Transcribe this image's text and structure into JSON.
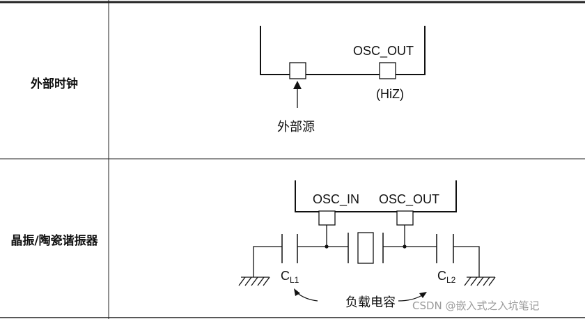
{
  "rows": [
    {
      "label": "外部时钟"
    },
    {
      "label": "晶振/陶瓷谐振器"
    }
  ],
  "external_clock": {
    "pin_out": "OSC_OUT",
    "hiz": "(HiZ)",
    "source": "外部源"
  },
  "crystal": {
    "pin_in": "OSC_IN",
    "pin_out": "OSC_OUT",
    "cap1": {
      "main": "C",
      "sub": "L1"
    },
    "cap2": {
      "main": "C",
      "sub": "L2"
    },
    "load_caps": "负载电容"
  },
  "watermark": "CSDN @嵌入式之入坑笔记"
}
